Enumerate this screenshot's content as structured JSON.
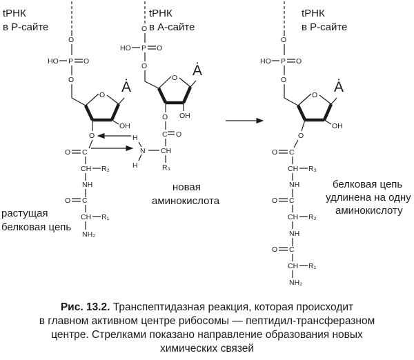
{
  "labels": {
    "trna_p_left": [
      "tРНК",
      "в Р-сайте"
    ],
    "trna_a": [
      "tРНК",
      "в А-сайте"
    ],
    "trna_p_right": [
      "tРНК",
      "в Р-сайте"
    ],
    "growing_chain": [
      "растущая",
      "белковая цепь"
    ],
    "new_amino_acid": [
      "новая",
      "аминокислота"
    ],
    "extended_chain": [
      "белковая цепь",
      "удлинена на одну",
      "аминокислоту"
    ]
  },
  "atoms": {
    "HO": "HO",
    "P": "P",
    "O": "O",
    "OH": "OH",
    "H": "H",
    "N": "N",
    "NH": "NH",
    "CH": "CH",
    "C": "C",
    "NH2": "NH₂",
    "R1": "R₁",
    "R2": "R₂",
    "R3": "R₃",
    "A": "Ȧ"
  },
  "caption": {
    "figure": "Рис. 13.2.",
    "lines": [
      "Транспептидазная реакция, которая происходит",
      "в главном активном центре рибосомы — пептидил-трансферазном",
      "центре. Стрелками показано направление образования новых",
      "химических связей"
    ]
  }
}
